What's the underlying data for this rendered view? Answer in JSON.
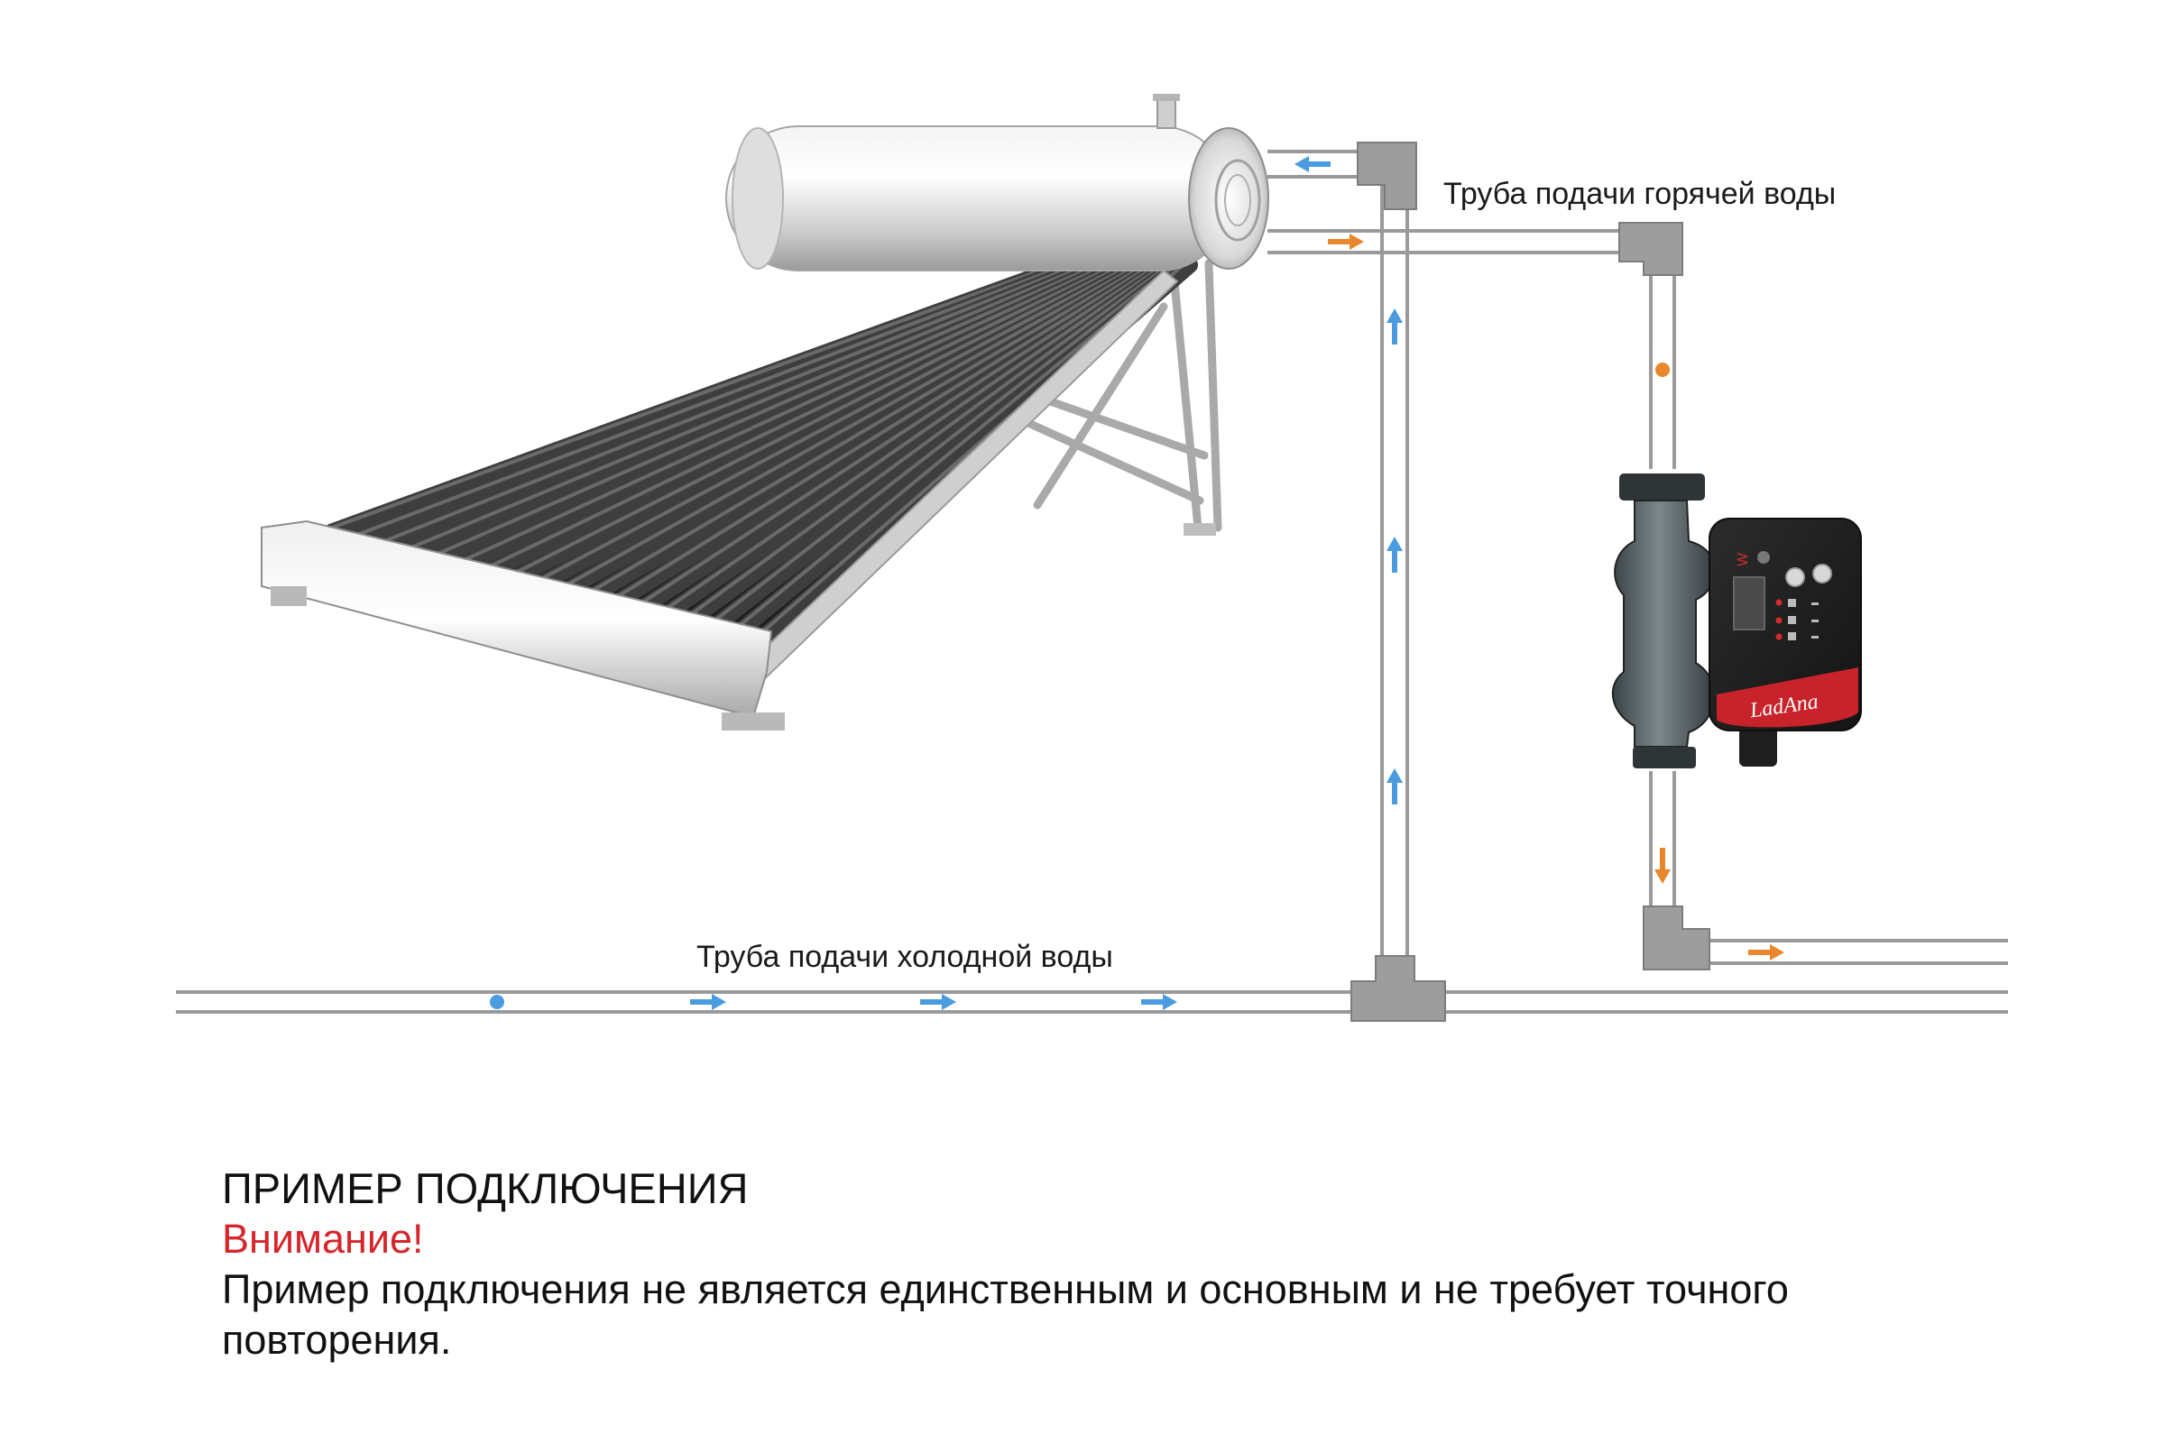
{
  "labels": {
    "hot_water_pipe": "Труба подачи горячей воды",
    "cold_water_pipe": "Труба подачи холодной воды"
  },
  "pump": {
    "brand": "LadAna",
    "mode_letter": "W"
  },
  "notes": {
    "title": "ПРИМЕР ПОДКЛЮЧЕНИЯ",
    "warning": "Внимание!",
    "body": "Пример подключения не является единственным и основным и не требует точного повторения."
  },
  "colors": {
    "background": "#ffffff",
    "pipe_outline": "#9a9a9a",
    "fitting": "#9d9d9d",
    "cold_flow": "#4a9be0",
    "hot_flow": "#e8872c",
    "warning": "#d6262b",
    "text": "#111111"
  }
}
